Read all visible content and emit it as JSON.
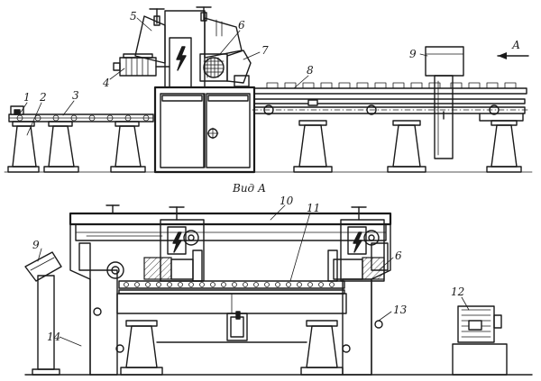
{
  "view_title": "Вид А",
  "arrow_label": "А",
  "labels": {
    "l1": "1",
    "l2": "2",
    "l3": "3",
    "l4": "4",
    "l5": "5",
    "l6": "6",
    "l7": "7",
    "l8": "8",
    "l9": "9",
    "l9b": "9",
    "l10": "10",
    "l11": "11",
    "l6b": "6",
    "l12": "12",
    "l13": "13",
    "l14": "14"
  }
}
